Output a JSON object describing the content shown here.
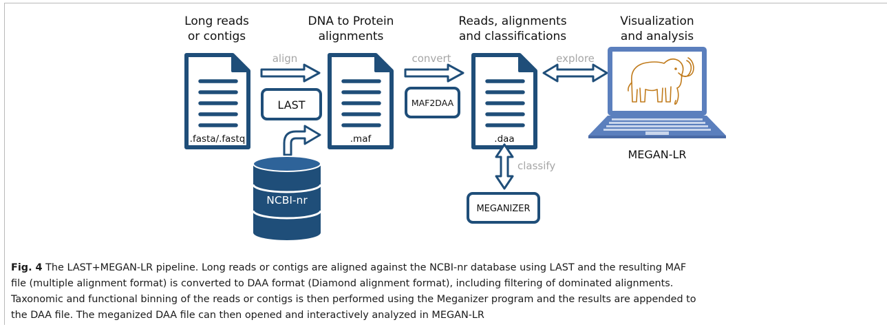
{
  "headers": {
    "input": "Long reads\nor contigs",
    "dna_protein": "DNA to Protein\nalignments",
    "reads_alignments": "Reads, alignments\nand classifications",
    "visualization": "Visualization\nand analysis"
  },
  "arrows": {
    "align": "align",
    "convert": "convert",
    "explore": "explore",
    "classify": "classify"
  },
  "files": {
    "fasta": ".fasta/.fastq",
    "maf": ".maf",
    "daa": ".daa"
  },
  "tools": {
    "last": "LAST",
    "maf2daa": "MAF2DAA",
    "meganizer": "MEGANIZER"
  },
  "database": "NCBI-nr",
  "laptop_label": "MEGAN-LR",
  "caption": {
    "fig_label": "Fig. 4",
    "text": "The LAST+MEGAN-LR pipeline. Long reads or contigs are aligned against the NCBI-nr database using LAST and the resulting MAF file (multiple alignment format) is converted to DAA format (Diamond alignment format), including filtering of dominated alignments. Taxonomic and functional binning of the reads or contigs is then performed using the Meganizer program and the results are appended to the DAA file. The meganized DAA file can then opened and interactively analyzed in MEGAN-LR"
  },
  "colors": {
    "primary": "#1f4e79",
    "arrow_label": "#a6a6a6",
    "mammoth": "#c07a1a",
    "frame": "#b9b9b9"
  }
}
